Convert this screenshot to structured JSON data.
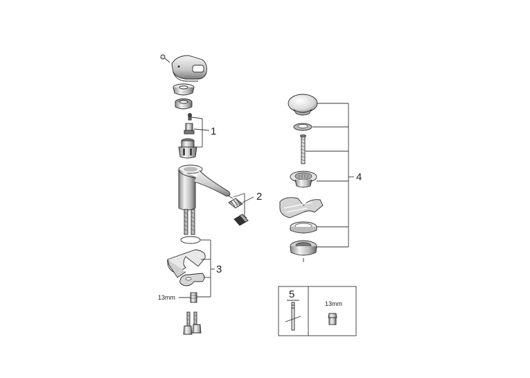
{
  "callouts": {
    "c1": "1",
    "c2": "2",
    "c3": "3",
    "c4": "4",
    "c5": "5"
  },
  "labels": {
    "wrench_size_left": "13mm",
    "wrench_size_box": "13mm"
  },
  "colors": {
    "line": "#333333",
    "metal_dark": "#6e6e6e",
    "metal_mid": "#a9a9a9",
    "metal_light": "#e2e2e2",
    "basin": "#d4d4d4"
  }
}
